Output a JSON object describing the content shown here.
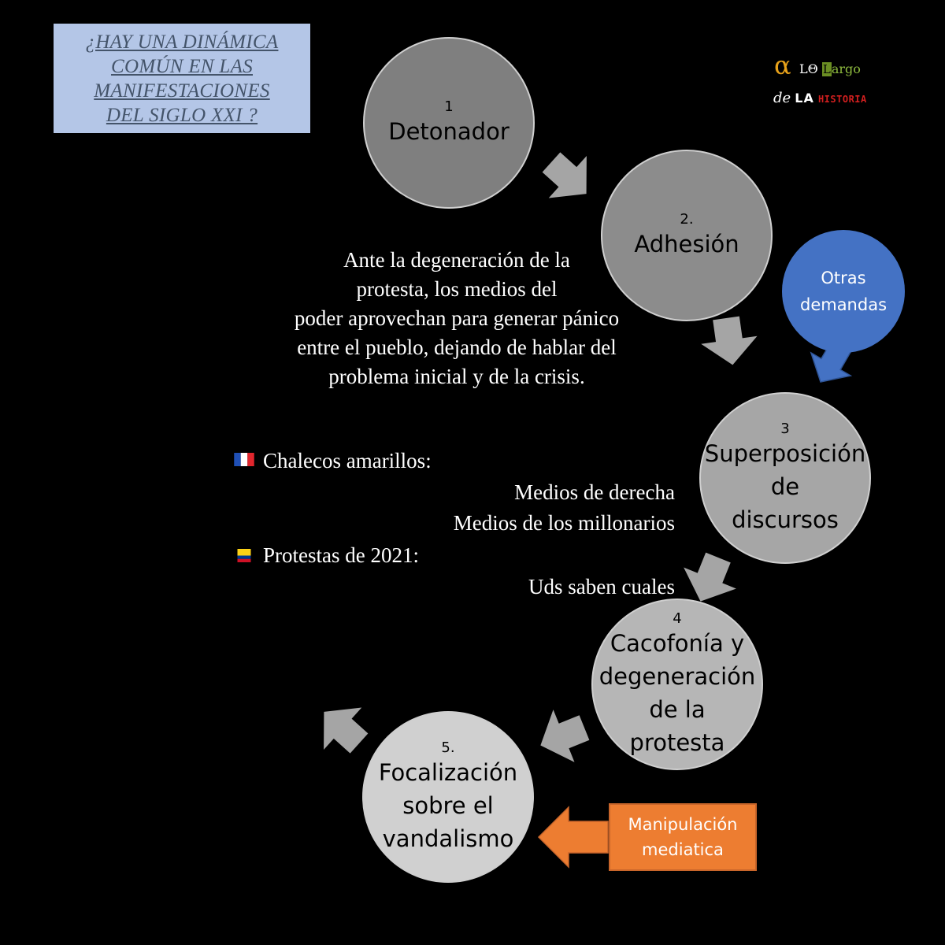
{
  "title": "¿HAY UNA DINÁMICA\nCOMÚN EN LAS\nMANIFESTACIONES\nDEL SIGLO XXI ?",
  "logo": {
    "alpha": "α",
    "line1_a": "LΘ",
    "line1_b": "L",
    "line1_c": "argo",
    "line2_a": "de",
    "line2_b": "LA",
    "line2_c": "HISTORIA"
  },
  "steps": [
    {
      "num": "1",
      "label": "Detonador"
    },
    {
      "num": "2.",
      "label": "Adhesión"
    },
    {
      "num": "3",
      "label": "Superposición\nde\ndiscursos"
    },
    {
      "num": "4",
      "label": "Cacofonía y\ndegeneración\nde la\nprotesta"
    },
    {
      "num": "5.",
      "label": "Focalización\nsobre el\nvandalismo"
    }
  ],
  "otras_demandas": "Otras\ndemandas",
  "manipulacion": "Manipulación\nmediatica",
  "paragraph": "Ante la degeneración de la\nprotesta, los medios del\npoder aprovechan para generar pánico\nentre el pueblo, dejando de hablar del\nproblema inicial y de la crisis.",
  "examples": {
    "france_label": "Chalecos amarillos:",
    "france_items": [
      "Medios de derecha",
      "Medios de los millonarios"
    ],
    "colombia_label": "Protestas de 2021:",
    "colombia_items": [
      "Uds saben cuales"
    ]
  },
  "colors": {
    "title_bg": "#b4c6e7",
    "title_text": "#44546a",
    "arrow": "#a5a5a5",
    "otras_demandas": "#4472c4",
    "manipulacion": "#ed7d31"
  }
}
